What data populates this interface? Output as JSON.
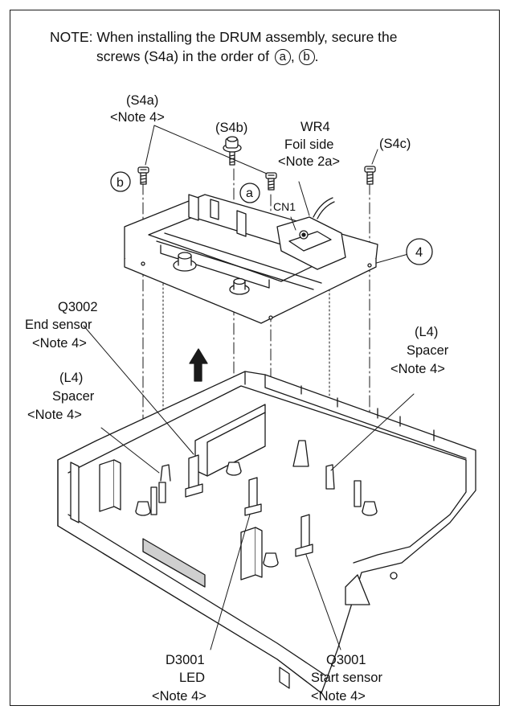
{
  "note": {
    "prefix": "NOTE:",
    "line1": "When installing the DRUM assembly, secure the",
    "line2_start": "screws (S4a) in the order of",
    "mark_a": "a",
    "sep": ",",
    "mark_b": "b",
    "end": "."
  },
  "labels": {
    "s4a": "(S4a)",
    "s4a_note": "<Note 4>",
    "s4b": "(S4b)",
    "wr4": "WR4",
    "foil_side": "Foil side",
    "note_2a": "<Note 2a>",
    "s4c": "(S4c)",
    "mark_b": "b",
    "mark_a": "a",
    "cn1": "CN1",
    "ref_4": "4",
    "q3002": "Q3002",
    "end_sensor": "End sensor",
    "q3002_note": "<Note 4>",
    "l4_left": "(L4)",
    "spacer_left": "Spacer",
    "spacer_left_note": "<Note 4>",
    "l4_right": "(L4)",
    "spacer_right": "Spacer",
    "spacer_right_note": "<Note 4>",
    "d3001": "D3001",
    "led": "LED",
    "d3001_note": "<Note 4>",
    "q3001": "Q3001",
    "start_sensor": "Start sensor",
    "q3001_note": "<Note 4>"
  }
}
